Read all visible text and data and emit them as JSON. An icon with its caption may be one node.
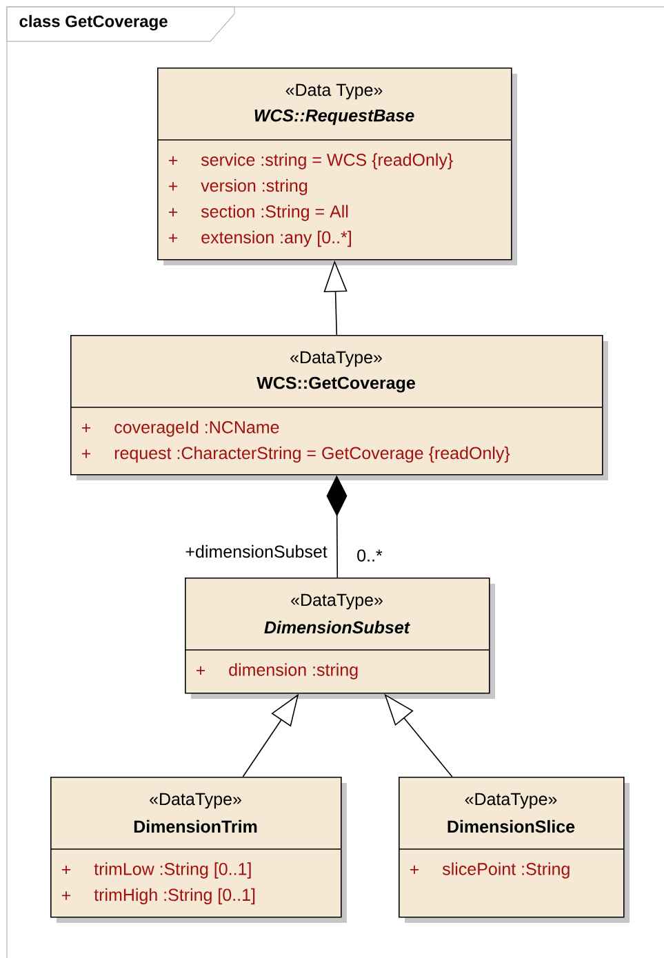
{
  "diagram": {
    "title": "class GetCoverage",
    "nodes": [
      {
        "text": [
          "«Data Type»",
          "WCS::RequestBase",
          "+",
          "service :string = WCS {readOnly}",
          "+",
          "version :string",
          "+",
          "section :String = All",
          "+",
          "extension :any [0..*]"
        ]
      },
      {
        "text": [
          "«DataType»",
          "WCS::GetCoverage",
          "+",
          "coverageId :NCName",
          "+",
          "request :CharacterString = GetCoverage {readOnly}"
        ]
      },
      {
        "text": [
          "«DataType»",
          "DimensionSubset",
          "+",
          "dimension :string"
        ]
      },
      {
        "text": [
          "«DataType»",
          "DimensionTrim",
          "+",
          "trimLow :String [0..1]",
          "+",
          "trimHigh :String [0..1]"
        ]
      },
      {
        "text": [
          "«DataType»",
          "DimensionSlice",
          "+",
          "slicePoint :String"
        ]
      }
    ],
    "edges": [
      {
        "from": 1,
        "to": 0,
        "arrow": "to"
      },
      {
        "from": 2,
        "to": 1,
        "arrow": "other"
      },
      {
        "from": 3,
        "to": 2,
        "arrow": "to"
      },
      {
        "from": 4,
        "to": 2,
        "arrow": "to"
      }
    ],
    "labels": [
      "+dimensionSubset",
      "0..*"
    ]
  }
}
